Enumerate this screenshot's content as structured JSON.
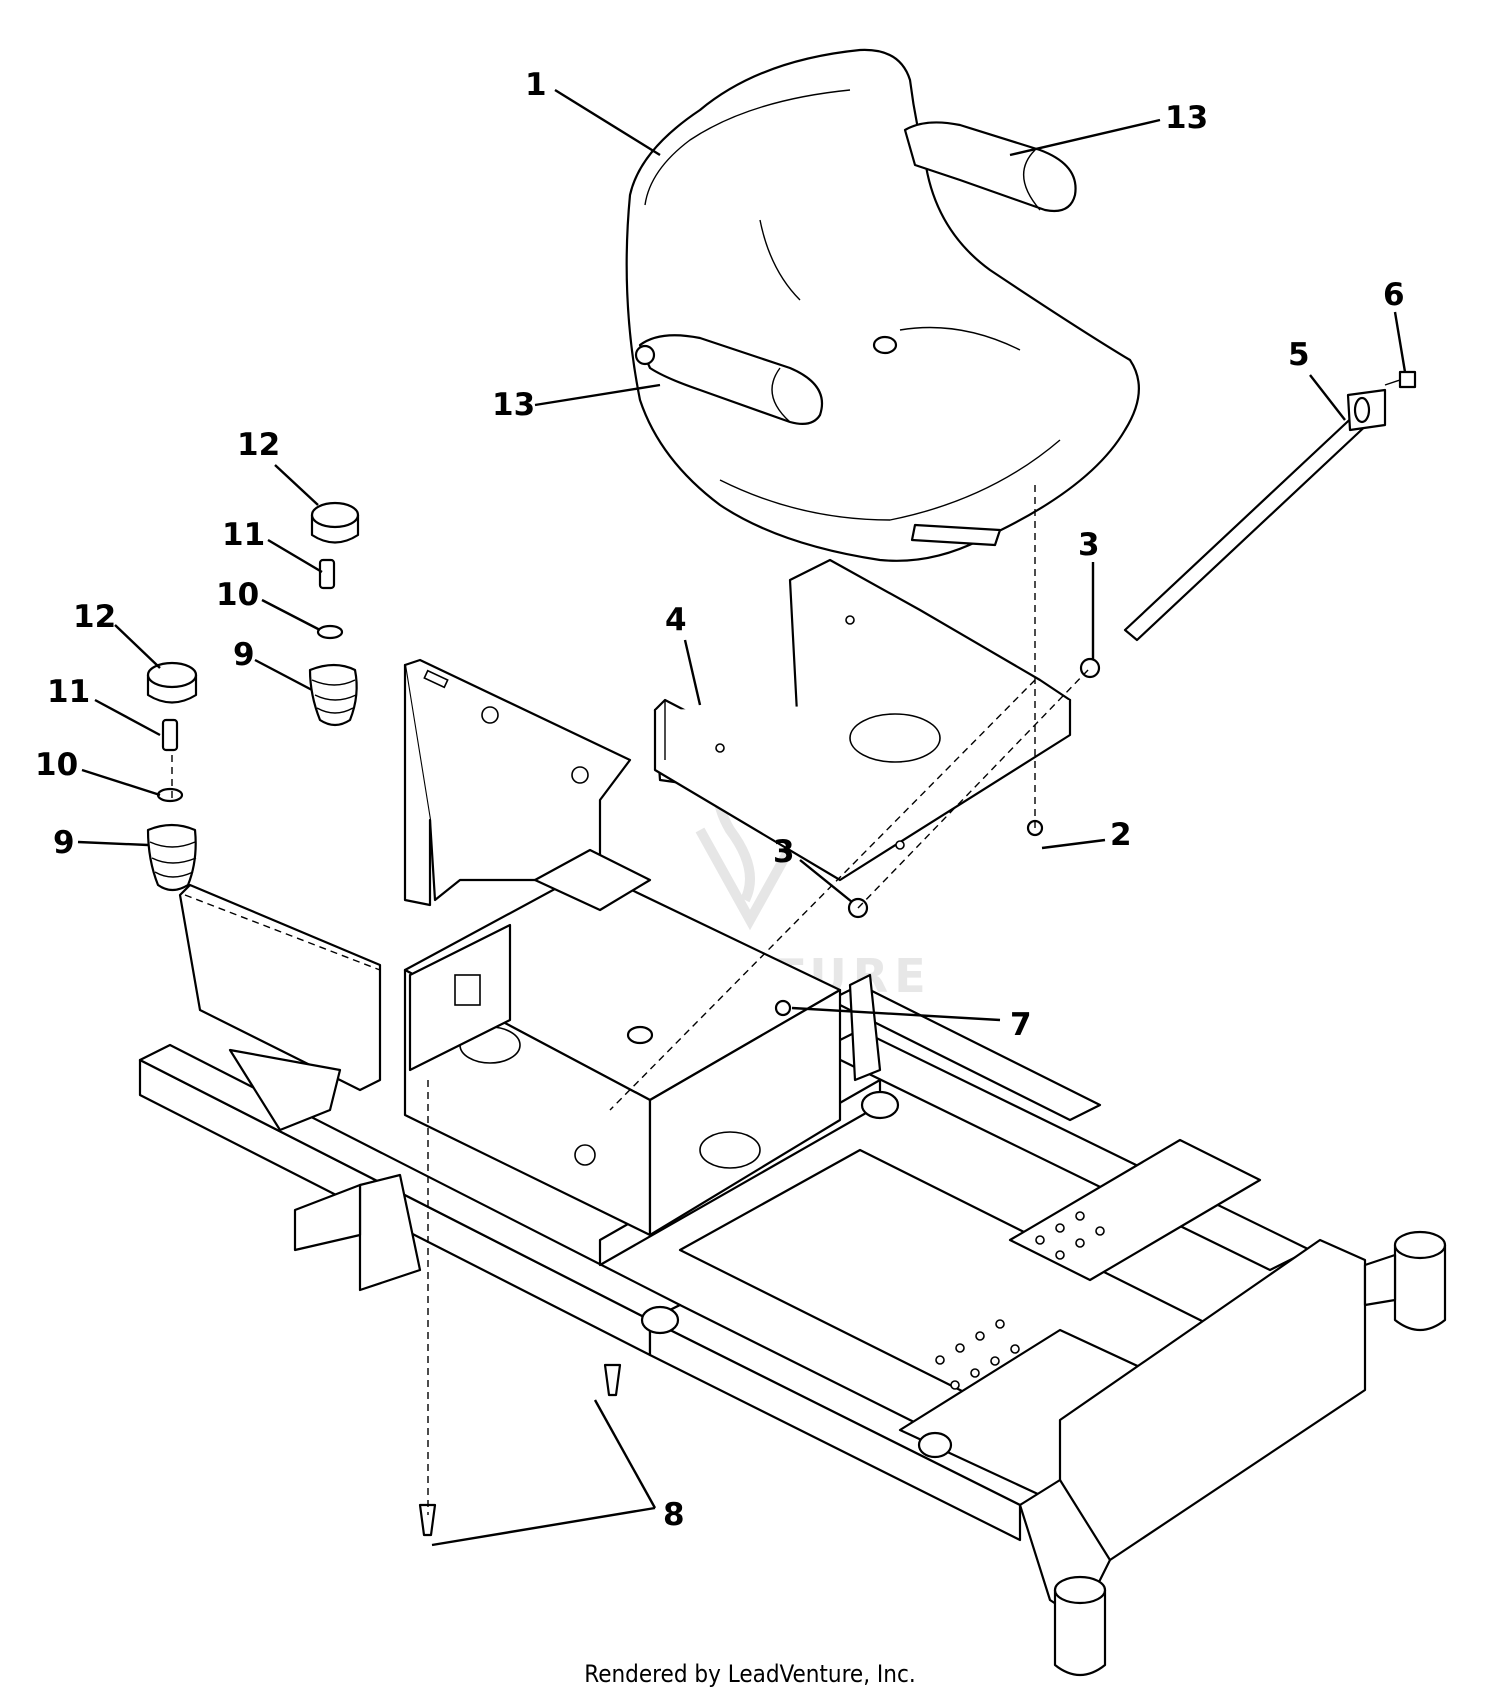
{
  "watermark": "LEADVENTURE",
  "footer": "Rendered by LeadVenture, Inc.",
  "callouts": [
    {
      "id": "c1",
      "label": "1"
    },
    {
      "id": "c13a",
      "label": "13"
    },
    {
      "id": "c13b",
      "label": "13"
    },
    {
      "id": "c6",
      "label": "6"
    },
    {
      "id": "c5",
      "label": "5"
    },
    {
      "id": "c12a",
      "label": "12"
    },
    {
      "id": "c11a",
      "label": "11"
    },
    {
      "id": "c10a",
      "label": "10"
    },
    {
      "id": "c9a",
      "label": "9"
    },
    {
      "id": "c12b",
      "label": "12"
    },
    {
      "id": "c11b",
      "label": "11"
    },
    {
      "id": "c10b",
      "label": "10"
    },
    {
      "id": "c9b",
      "label": "9"
    },
    {
      "id": "c4",
      "label": "4"
    },
    {
      "id": "c3a",
      "label": "3"
    },
    {
      "id": "c2",
      "label": "2"
    },
    {
      "id": "c3b",
      "label": "3"
    },
    {
      "id": "c7",
      "label": "7"
    },
    {
      "id": "c8",
      "label": "8"
    }
  ]
}
